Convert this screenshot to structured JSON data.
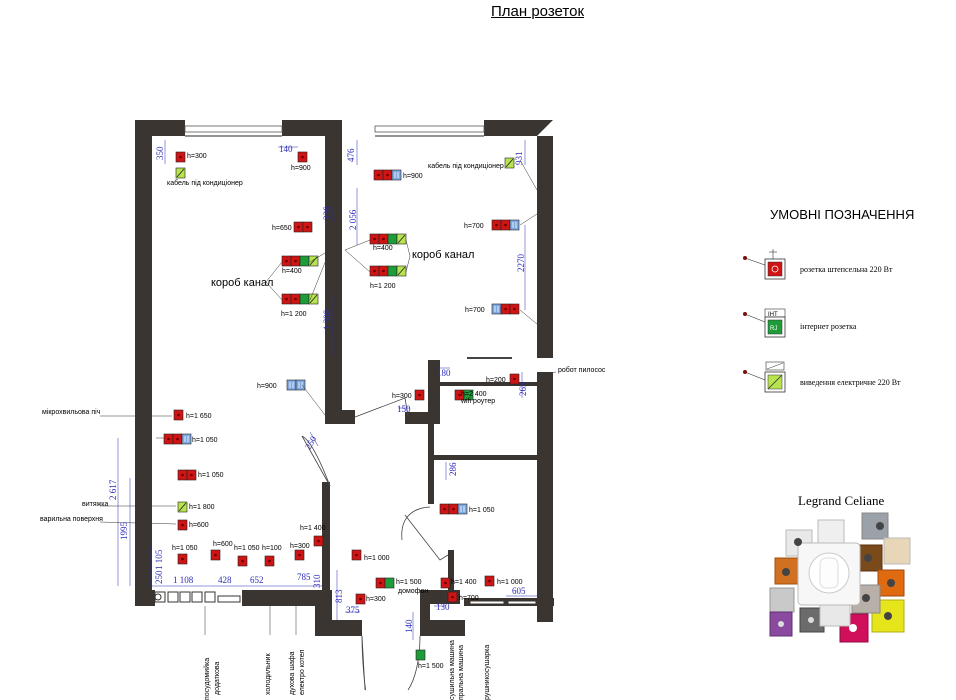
{
  "title": "План розеток",
  "legend": {
    "title": "УМОВНІ ПОЗНАЧЕННЯ",
    "items": [
      {
        "label": "розетка штепсельна 220 Вт",
        "icon": "power-socket-icon",
        "color": "#d01414"
      },
      {
        "label": "інтернет розетка",
        "icon": "internet-socket-icon",
        "color": "#1f9c3a",
        "badge": "ІНТ",
        "code": "RJ"
      },
      {
        "label": "виведення електричне 220 Вт",
        "icon": "electrical-outlet-icon",
        "color": "#b7e34f"
      }
    ]
  },
  "brand": "Legrand Celiane",
  "labels": {
    "korob1": "короб канал",
    "korob2": "короб канал",
    "ac1": "кабель під кондиціонер",
    "ac2": "кабель під кондиціонер",
    "microwave": "мікрохвильова піч",
    "hood": "витяжка",
    "cooktop": "варильна поверхня",
    "robot": "робот пилосос",
    "router": "wifi роутер",
    "intercom": "домофон"
  },
  "heights": {
    "h1": "h=300",
    "h2": "h=900",
    "h3": "h=650",
    "h4": "h=400",
    "h5": "h=1 200",
    "h6": "h=900",
    "h7": "h=400",
    "h8": "h=1 200",
    "h9": "h=700",
    "h10": "h=700",
    "h11": "h=900",
    "h12": "h=300",
    "h13": "h=200",
    "h14": "h=2 400",
    "h15": "h=1 650",
    "h16": "h=1 050",
    "h17": "h=1 050",
    "h18": "h=1 800",
    "h19": "h=600",
    "h20": "h=1 050",
    "h21": "h=600",
    "h22": "h=1 050",
    "h23": "h=100",
    "h24": "h=300",
    "h25": "h=1 400",
    "h26": "h=1 000",
    "h27": "h=1 500",
    "h28": "h=300",
    "h29": "h=1 400",
    "h30": "h=700",
    "h31": "h=1 000",
    "h32": "h=1 050",
    "h33": "h=1 500"
  },
  "dims": {
    "d350": "350",
    "d140": "140",
    "d476": "476",
    "d931": "931",
    "d2056": "2 056",
    "d326": "326",
    "d2270": "2270",
    "d1300": "1 300",
    "d180": "180",
    "d150": "150",
    "d265": "265",
    "d250": "250",
    "d286": "286",
    "d2617": "2 617",
    "d1995": "1995",
    "d1105": "1 105",
    "d250b": "250",
    "d1108": "1 108",
    "d428": "428",
    "d652": "652",
    "d785": "785",
    "d310": "310",
    "d813": "813",
    "d375": "375",
    "d140b": "140",
    "d130": "130",
    "d605": "605"
  },
  "appliances": [
    "посудомийка",
    "додаткова",
    "холодильник",
    "духова шафа",
    "електро котел",
    "пральна машина",
    "сушильна машина",
    "рушникосушарка"
  ]
}
